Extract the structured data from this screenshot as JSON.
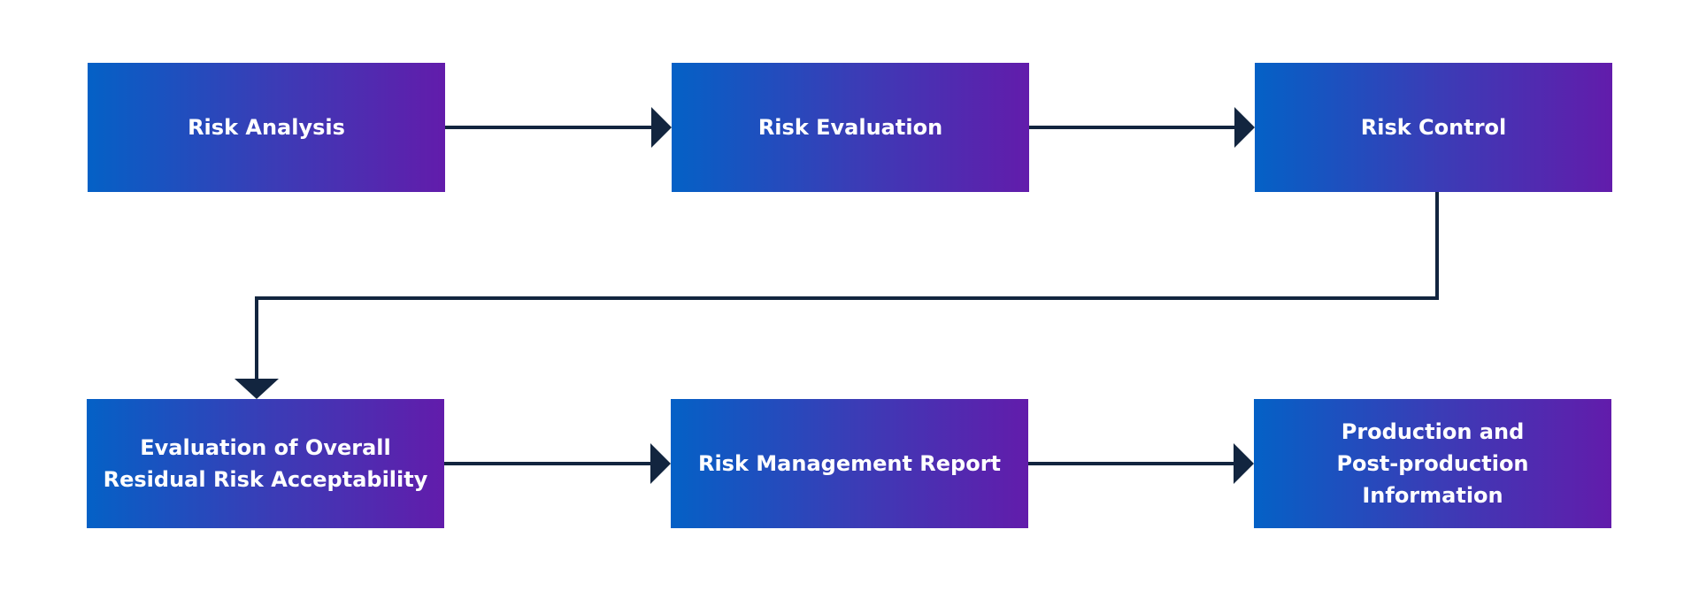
{
  "colors": {
    "gradient_start": "#0461c6",
    "gradient_end": "#621cab",
    "connector": "#12253f",
    "label": "#ffffff",
    "background": "#ffffff"
  },
  "steps": [
    {
      "label": "Risk Analysis"
    },
    {
      "label": "Risk Evaluation"
    },
    {
      "label": "Risk Control"
    },
    {
      "label": "Evaluation of Overall\nResidual Risk Acceptability"
    },
    {
      "label": "Risk Management Report"
    },
    {
      "label": "Production and\nPost-production Information"
    }
  ]
}
